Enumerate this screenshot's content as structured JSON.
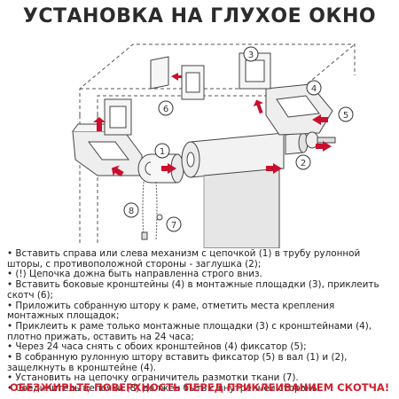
{
  "title": "УСТАНОВКА НА ГЛУХОЕ ОКНО",
  "callouts": [
    "1",
    "2",
    "3",
    "4",
    "5",
    "6",
    "7",
    "8"
  ],
  "instructions": [
    "• Вставить справа или слева механизм с цепочкой (1) в трубу рулонной шторы, с противоположной стороны - заглушка (2);",
    "• (!) Цепочка дожна быть направленна строго вниз.",
    "• Вставить боковые кронштейны (4) в монтажные площадки (3), приклеить скотч (6);",
    "• Приложить собранную штору к раме, отметить места крепления монтажных площадок;",
    "• Приклеить к раме только монтажные площадки (3) с кронштейнами (4), плотно прижать, оставить на 24 часа;",
    "• Через 24 часа снять с обоих кронштейнов (4) фиксатор (5);",
    "• В собранную рулонную штору вставить фиксатор (5) в вал (1) и (2), защелкнуть в кронштейне (4).",
    "• Установить на цепочку ограничитель размотки ткани (7).",
    "• Соединитель цепочки (8) должен быть с внутренней стороны."
  ],
  "warning": "ОБЕЗЖИРЬТЕ ПОВЕРХНОСТЬ ПЕРЕД ПРИКЛЕИВАНИЕМ СКОТЧА!",
  "colors": {
    "accent": "#c8102e",
    "text": "#222222",
    "warning": "#d2202f"
  }
}
